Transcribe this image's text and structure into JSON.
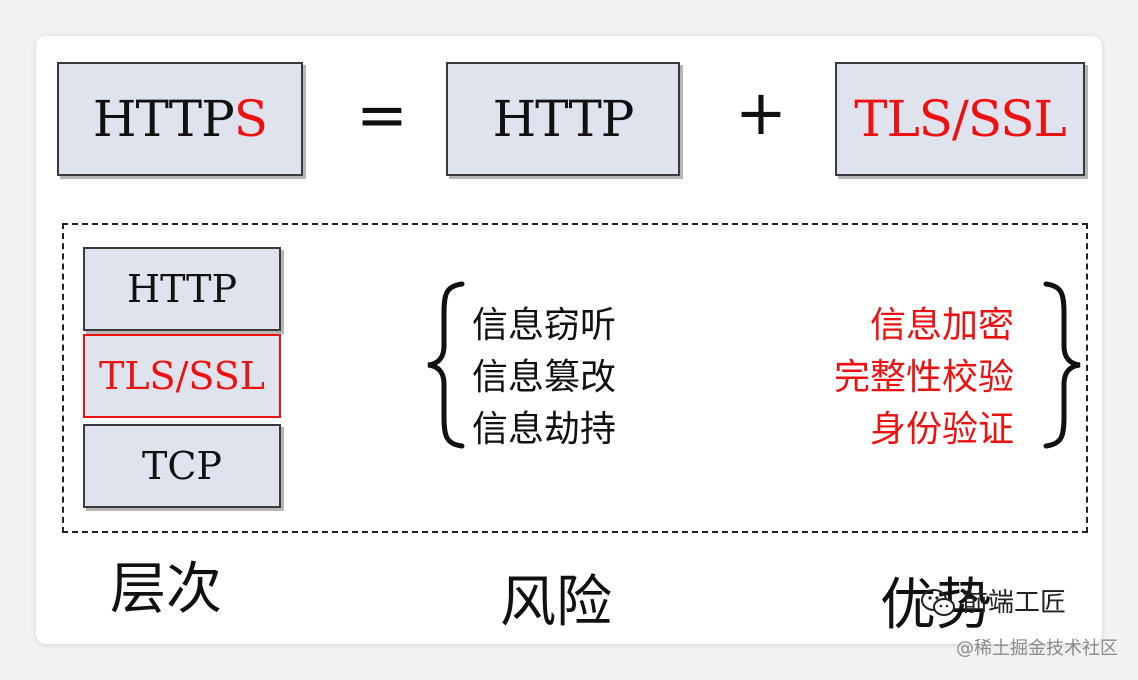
{
  "formula": {
    "left_prefix": "HTTP",
    "left_suffix": "S",
    "equals": "=",
    "middle": "HTTP",
    "plus": "+",
    "right": "TLS/SSL"
  },
  "layers": [
    {
      "label": "HTTP"
    },
    {
      "label": "TLS/SSL"
    },
    {
      "label": "TCP"
    }
  ],
  "risks": [
    "信息窃听",
    "信息篡改",
    "信息劫持"
  ],
  "advantages": [
    "信息加密",
    "完整性校验",
    "身份验证"
  ],
  "captions": {
    "layers": "层次",
    "risks": "风险",
    "advantages": "优势"
  },
  "watermark": "前端工匠",
  "footer": "@稀土掘金技术社区",
  "colors": {
    "highlight": "#ee1111",
    "box_fill": "#dfe3ee",
    "box_border": "#3a3a3a"
  }
}
